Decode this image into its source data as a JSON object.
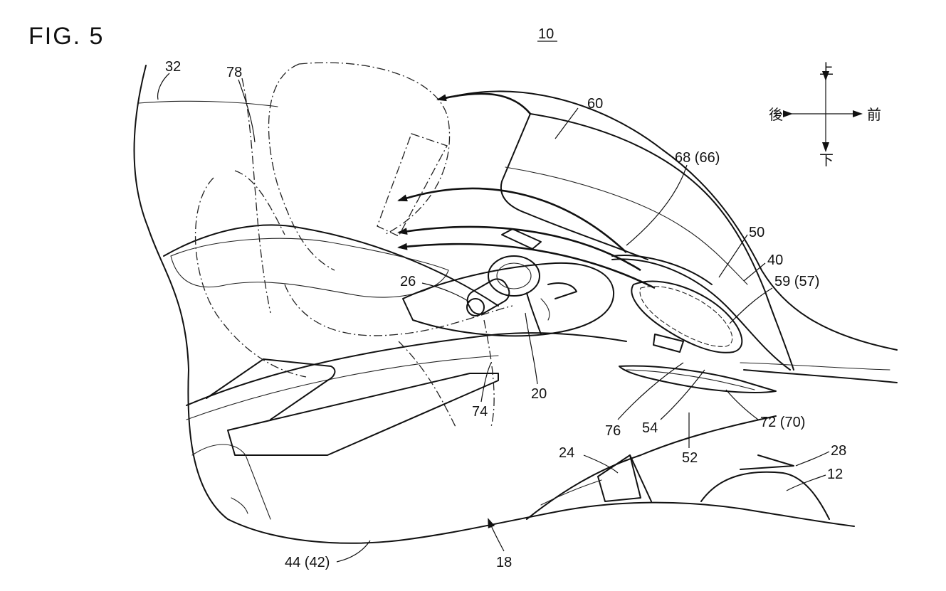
{
  "figure": {
    "title": "FIG. 5",
    "ref_main": "10"
  },
  "compass": {
    "up": "上",
    "down": "下",
    "rear": "後",
    "front": "前"
  },
  "labels": {
    "l32": "32",
    "l78": "78",
    "l60": "60",
    "l68": "68 (66)",
    "l50": "50",
    "l40": "40",
    "l59": "59 (57)",
    "l26": "26",
    "l74": "74",
    "l20": "20",
    "l76": "76",
    "l54": "54",
    "l72": "72 (70)",
    "l52": "52",
    "l24": "24",
    "l28": "28",
    "l12": "12",
    "l44": "44 (42)",
    "l18": "18"
  }
}
